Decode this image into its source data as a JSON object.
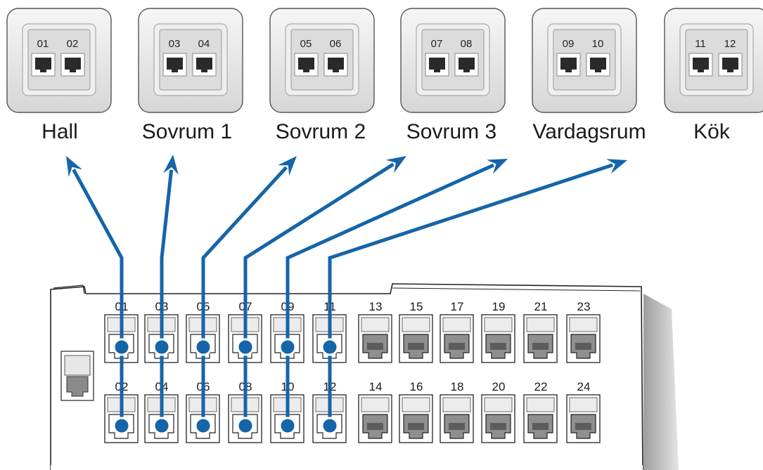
{
  "outlets": [
    {
      "room": "Hall",
      "ports": [
        "01",
        "02"
      ]
    },
    {
      "room": "Sovrum 1",
      "ports": [
        "03",
        "04"
      ]
    },
    {
      "room": "Sovrum 2",
      "ports": [
        "05",
        "06"
      ]
    },
    {
      "room": "Sovrum 3",
      "ports": [
        "07",
        "08"
      ]
    },
    {
      "room": "Vardagsrum",
      "ports": [
        "09",
        "10"
      ]
    },
    {
      "room": "Kök",
      "ports": [
        "11",
        "12"
      ]
    }
  ],
  "patch_panel": {
    "top_row": [
      "01",
      "03",
      "05",
      "07",
      "09",
      "11",
      "13",
      "15",
      "17",
      "19",
      "21",
      "23"
    ],
    "bottom_row": [
      "02",
      "04",
      "06",
      "08",
      "10",
      "12",
      "14",
      "16",
      "18",
      "20",
      "22",
      "24"
    ],
    "connected_columns": 6
  },
  "colors": {
    "cable": "#1565a8",
    "outlet_face": "#dcdcdc",
    "outlet_frame": "#efefef",
    "panel_shadow": "#bdbdbd"
  }
}
